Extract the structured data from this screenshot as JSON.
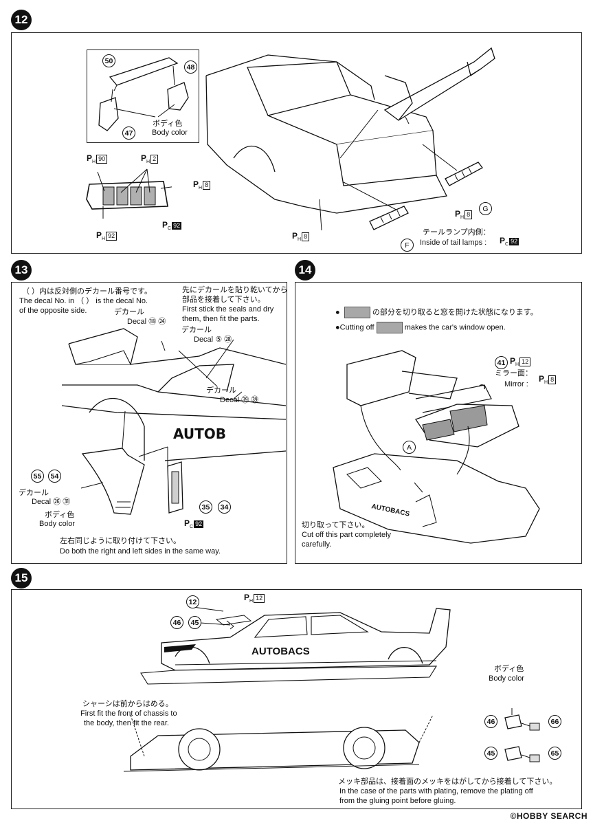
{
  "steps": {
    "s12": {
      "number": "12",
      "parts_box": {
        "p50": "50",
        "p48": "48",
        "p47": "47",
        "color_jp": "ボディ色",
        "color_en": "Body color"
      },
      "lamp": {
        "ph90": "90",
        "ph2": "2",
        "ph8": "8",
        "pc92": "92",
        "ph92": "92"
      },
      "ph8_bottom": "8",
      "ph8_right": "8",
      "label_G": "G",
      "label_F": "F",
      "tail_jp": "テールランプ内側",
      "tail_en": "Inside of tail lamps",
      "tail_pc": "92"
    },
    "s13": {
      "number": "13",
      "note_jp": "（ ）内は反対側のデカール番号です。",
      "note_en1": "The decal No. in （ ） is the decal No.",
      "note_en2": "of the opposite side.",
      "first_jp1": "先にデカールを貼り乾いてから",
      "first_jp2": "部品を接着して下さい。",
      "first_en1": "First stick the seals and dry",
      "first_en2": "them, then fit the parts.",
      "decal_jp": "デカール",
      "decal_en": "Decal",
      "decal_a": "⑱ ㉔",
      "decal_b": "⑤ ㉘",
      "decal_c": "㊴ ㊴",
      "decal_d": "㉖ ㉛",
      "body_text": "AUTOB",
      "p55": "55",
      "p54": "54",
      "p35": "35",
      "p34": "34",
      "pc92": "92",
      "color_jp": "ボディ色",
      "color_en": "Body color",
      "sides_jp": "左右同じように取り付けて下さい。",
      "sides_en": "Do both the right and left sides in the same way."
    },
    "s14": {
      "number": "14",
      "cut_jp_suffix": "の部分を切り取ると窓を開けた状態になります。",
      "cut_en_prefix": "Cutting off",
      "cut_en_suffix": "makes the car's window open.",
      "p41": "41",
      "ph12": "12",
      "mirror_jp": "ミラー面：",
      "mirror_en": "Mirror :",
      "ph8": "8",
      "label_A": "A",
      "bottom_jp": "切り取って下さい。",
      "bottom_en1": "Cut off this part completely",
      "bottom_en2": "carefully.",
      "body_text": "AUTOBACS"
    },
    "s15": {
      "number": "15",
      "p12": "12",
      "ph12": "12",
      "p46": "46",
      "p45": "45",
      "body_text": "AUTOBACS",
      "chassis_jp": "シャーシは前からはめる。",
      "chassis_en1": "First fit the front of chassis to",
      "chassis_en2": "the body, then fit the rear.",
      "color_jp": "ボディ色",
      "color_en": "Body color",
      "m46": "46",
      "m66": "66",
      "m45": "45",
      "m65": "65",
      "plating_jp": "メッキ部品は、接着面のメッキをはがしてから接着して下さい。",
      "plating_en1": "In the case of the parts with plating, remove the plating off",
      "plating_en2": "from the gluing point before gluing."
    }
  },
  "watermark": "©HOBBY SEARCH"
}
